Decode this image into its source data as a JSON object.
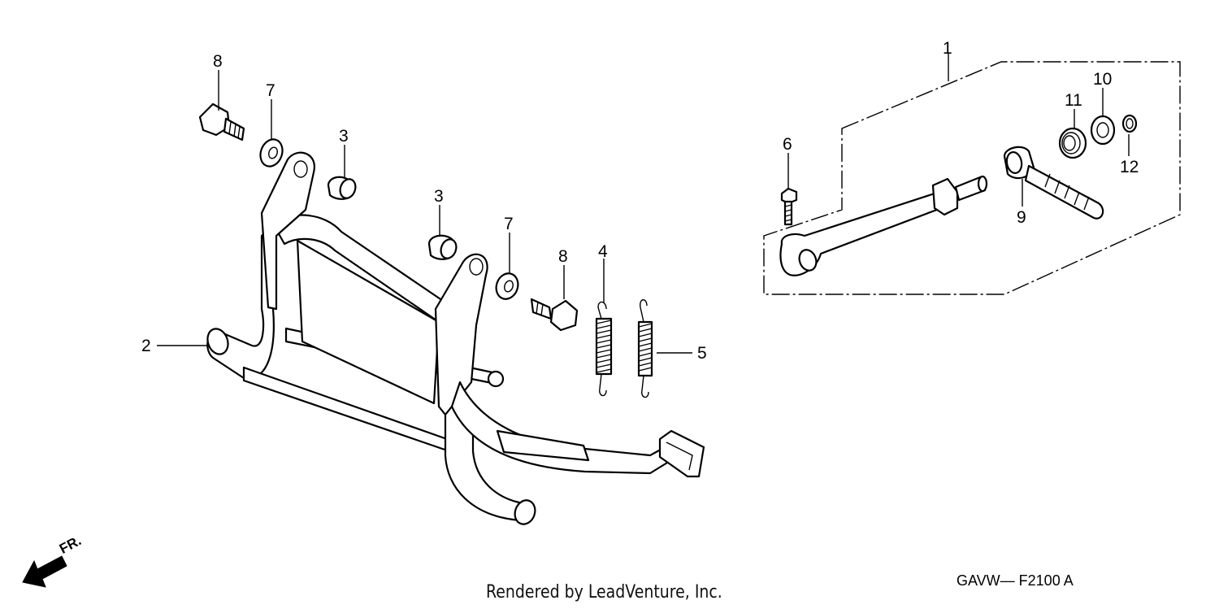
{
  "callouts": {
    "c1": "1",
    "c2": "2",
    "c3a": "3",
    "c3b": "3",
    "c4": "4",
    "c5": "5",
    "c6": "6",
    "c7a": "7",
    "c7b": "7",
    "c8a": "8",
    "c8b": "8",
    "c9": "9",
    "c10": "10",
    "c11": "11",
    "c12": "12"
  },
  "front_marker": "FR.",
  "diagram_code": "GAVW— F2100 A",
  "credit": "Rendered by LeadVenture, Inc."
}
